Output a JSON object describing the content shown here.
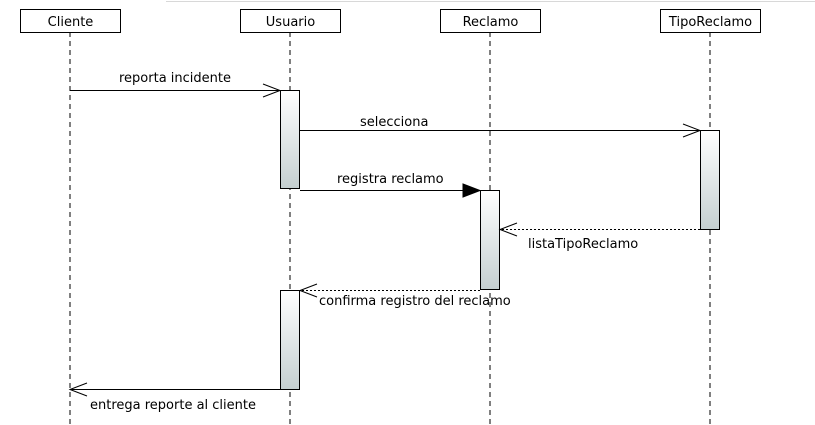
{
  "participants": [
    {
      "id": "cliente",
      "label": "Cliente"
    },
    {
      "id": "usuario",
      "label": "Usuario"
    },
    {
      "id": "reclamo",
      "label": "Reclamo"
    },
    {
      "id": "tiporeclamo",
      "label": "TipoReclamo"
    }
  ],
  "messages": [
    {
      "id": "reporta",
      "label": "reporta incidente",
      "from": "cliente",
      "to": "usuario",
      "kind": "open"
    },
    {
      "id": "selecciona",
      "label": "selecciona",
      "from": "usuario",
      "to": "tiporeclamo",
      "kind": "open"
    },
    {
      "id": "registra",
      "label": "registra reclamo",
      "from": "usuario",
      "to": "reclamo",
      "kind": "filled"
    },
    {
      "id": "lista",
      "label": "listaTipoReclamo",
      "from": "tiporeclamo",
      "to": "reclamo",
      "kind": "return"
    },
    {
      "id": "confirma",
      "label": "confirma registro del reclamo",
      "from": "reclamo",
      "to": "usuario",
      "kind": "return"
    },
    {
      "id": "entrega",
      "label": "entrega reporte al cliente",
      "from": "usuario",
      "to": "cliente",
      "kind": "open"
    }
  ],
  "colors": {
    "activation_top": "#ffffff",
    "activation_bottom": "#c4cfd0",
    "line": "#000000"
  }
}
